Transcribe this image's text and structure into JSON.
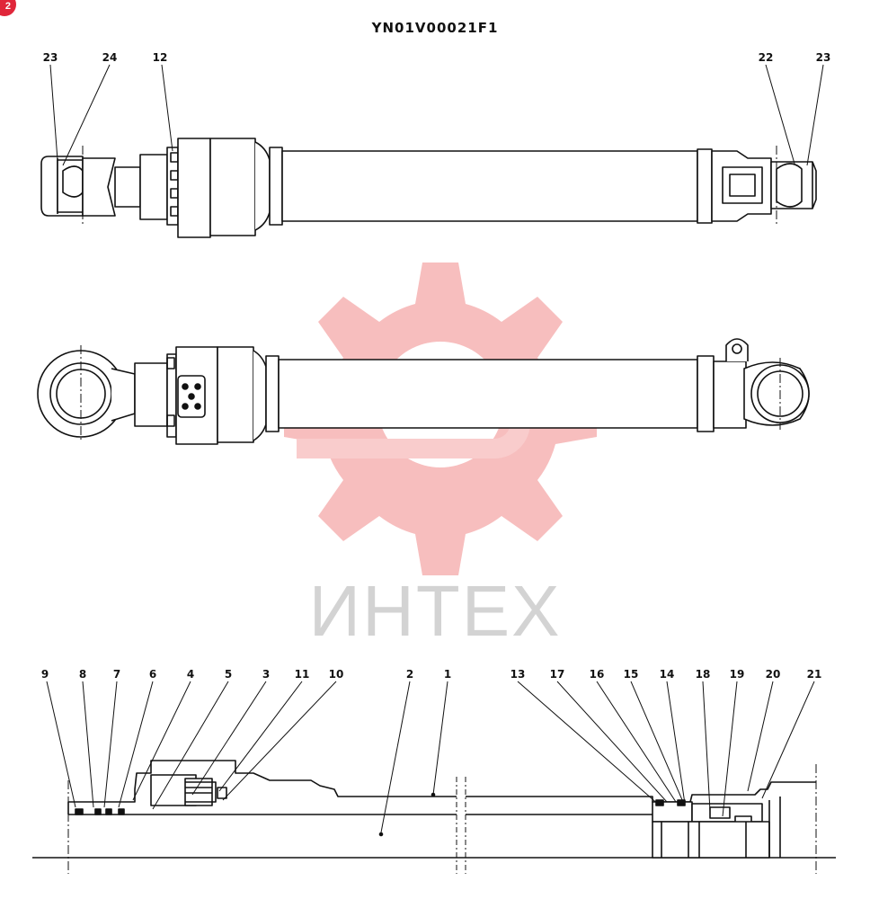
{
  "header": {
    "drawing_code": "YN01V00021F1",
    "corner_badge": "2"
  },
  "watermark": {
    "text": "ИНТЕХ",
    "gear_color": "#f6b3b3",
    "text_color": "#d3d3d3"
  },
  "callouts": {
    "top_view": [
      "23",
      "24",
      "12",
      "22",
      "23"
    ],
    "section_view": [
      "9",
      "8",
      "7",
      "6",
      "4",
      "5",
      "3",
      "11",
      "10",
      "2",
      "1",
      "13",
      "17",
      "16",
      "15",
      "14",
      "18",
      "19",
      "20",
      "21"
    ]
  },
  "colors": {
    "line": "#111111",
    "accent": "#e0263a"
  }
}
